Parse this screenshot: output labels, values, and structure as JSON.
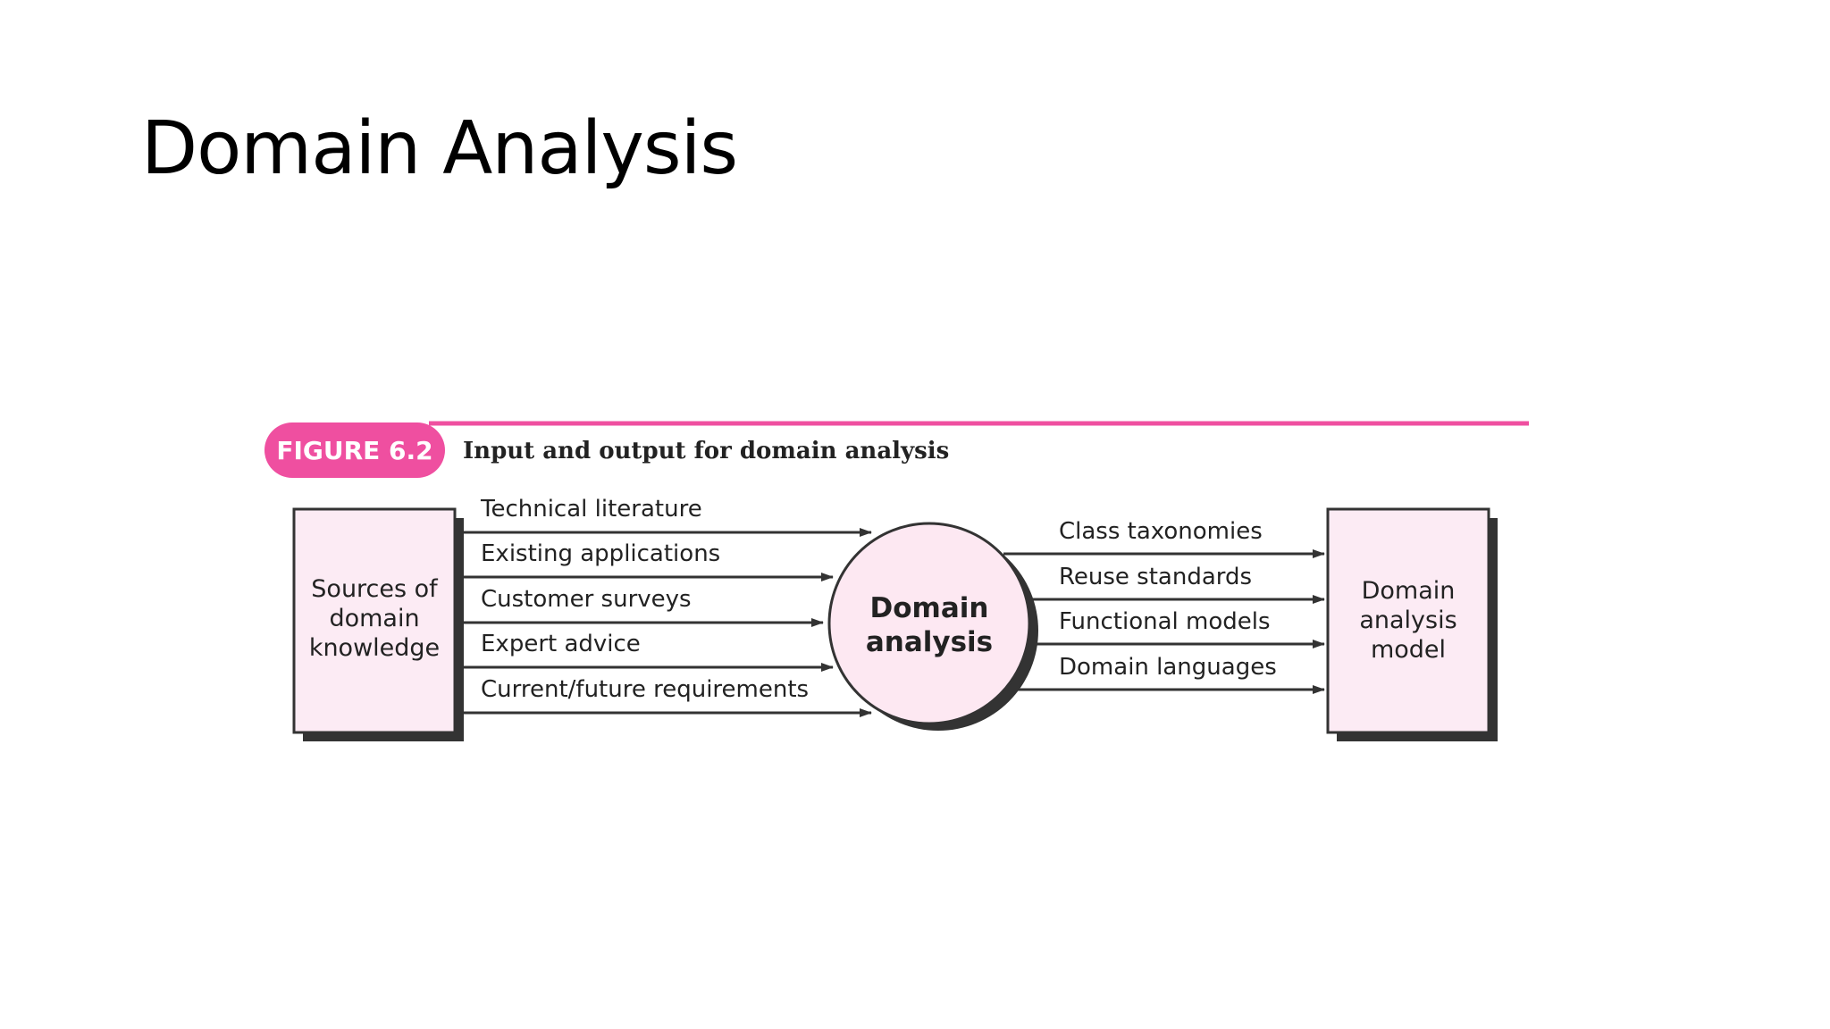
{
  "title": "Domain Analysis",
  "figure": {
    "badge": "FIGURE 6.2",
    "caption": "Input and output for domain analysis",
    "colors": {
      "accent": "#ef4fa0",
      "box_fill": "#fcebf4",
      "circle_fill": "#fde8f2",
      "shadow": "#333333",
      "line": "#333333"
    },
    "source_box": {
      "line1": "Sources of",
      "line2": "domain",
      "line3": "knowledge"
    },
    "inputs": [
      "Technical literature",
      "Existing applications",
      "Customer surveys",
      "Expert advice",
      "Current/future requirements"
    ],
    "center": {
      "line1": "Domain",
      "line2": "analysis"
    },
    "outputs": [
      "Class taxonomies",
      "Reuse standards",
      "Functional models",
      "Domain languages"
    ],
    "target_box": {
      "line1": "Domain",
      "line2": "analysis",
      "line3": "model"
    }
  }
}
